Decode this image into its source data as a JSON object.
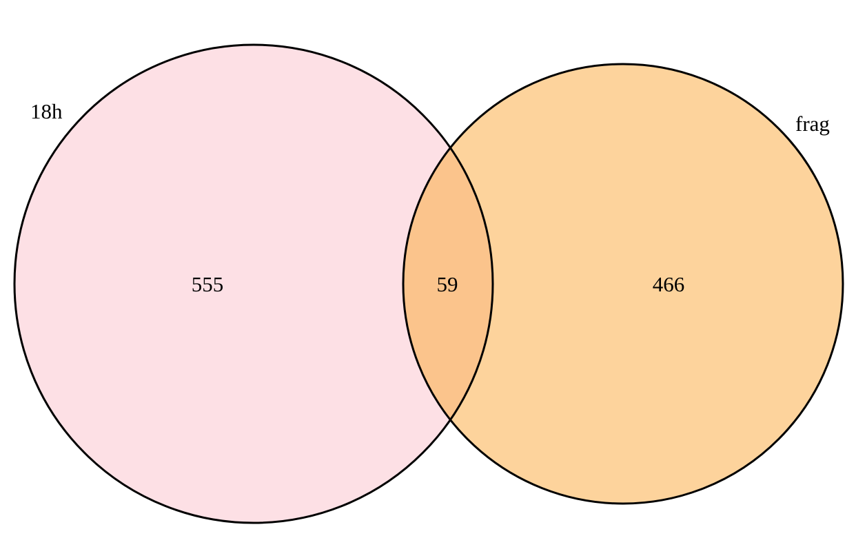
{
  "sets": [
    {
      "label": "18h",
      "only_count": "555",
      "fill": "#fde0e5"
    },
    {
      "label": "frag",
      "only_count": "466",
      "fill": "#fdd39c"
    }
  ],
  "intersection": {
    "count": "59",
    "fill": "#fbc48c"
  },
  "outline_color": "#000000"
}
